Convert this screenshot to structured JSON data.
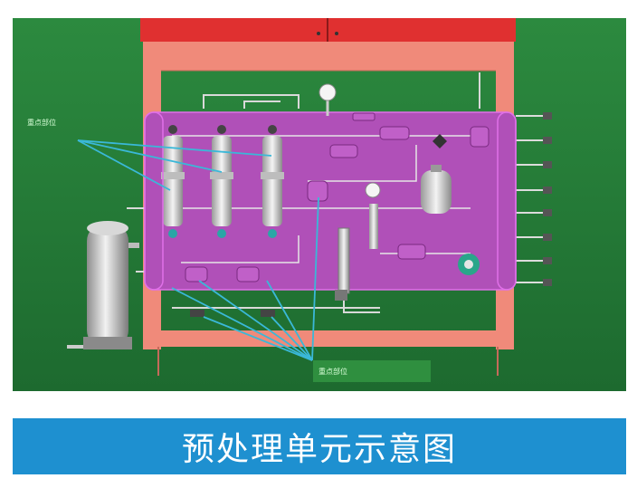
{
  "figure": {
    "caption": "预处理单元示意图",
    "callout_left": "重点部位",
    "callout_bottom": "重点部位"
  },
  "colors": {
    "background": "#237a37",
    "frame": "#f08a7a",
    "cabinet_top": "#e03030",
    "panel": "#b050b8",
    "callout_line": "#3ab8d8",
    "caption_bar": "#1e90d0"
  }
}
